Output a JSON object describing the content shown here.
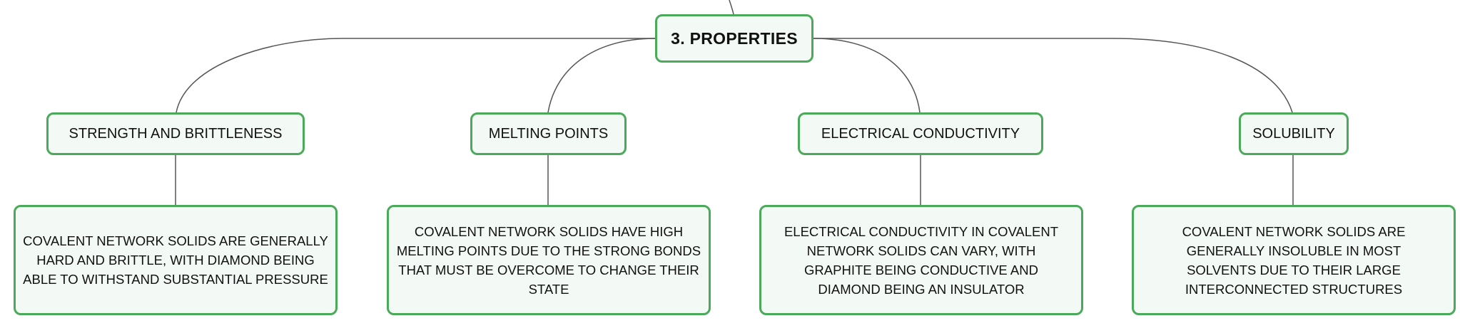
{
  "root": {
    "label": "3. PROPERTIES"
  },
  "topics": [
    {
      "label": "STRENGTH AND BRITTLENESS",
      "detail": "COVALENT NETWORK SOLIDS ARE GENERALLY HARD AND BRITTLE, WITH DIAMOND BEING ABLE TO WITHSTAND SUBSTANTIAL PRESSURE"
    },
    {
      "label": "MELTING POINTS",
      "detail": "COVALENT NETWORK SOLIDS HAVE HIGH MELTING POINTS DUE TO THE STRONG BONDS THAT MUST BE OVERCOME TO CHANGE THEIR STATE"
    },
    {
      "label": "ELECTRICAL CONDUCTIVITY",
      "detail": "ELECTRICAL CONDUCTIVITY IN COVALENT NETWORK SOLIDS CAN VARY, WITH GRAPHITE BEING CONDUCTIVE AND DIAMOND BEING AN INSULATOR"
    },
    {
      "label": "SOLUBILITY",
      "detail": "COVALENT NETWORK SOLIDS ARE GENERALLY INSOLUBLE IN MOST SOLVENTS DUE TO THEIR LARGE INTERCONNECTED STRUCTURES"
    }
  ],
  "colors": {
    "border": "#4aaa5a",
    "fill": "#f3f9f4",
    "line": "#555555"
  }
}
